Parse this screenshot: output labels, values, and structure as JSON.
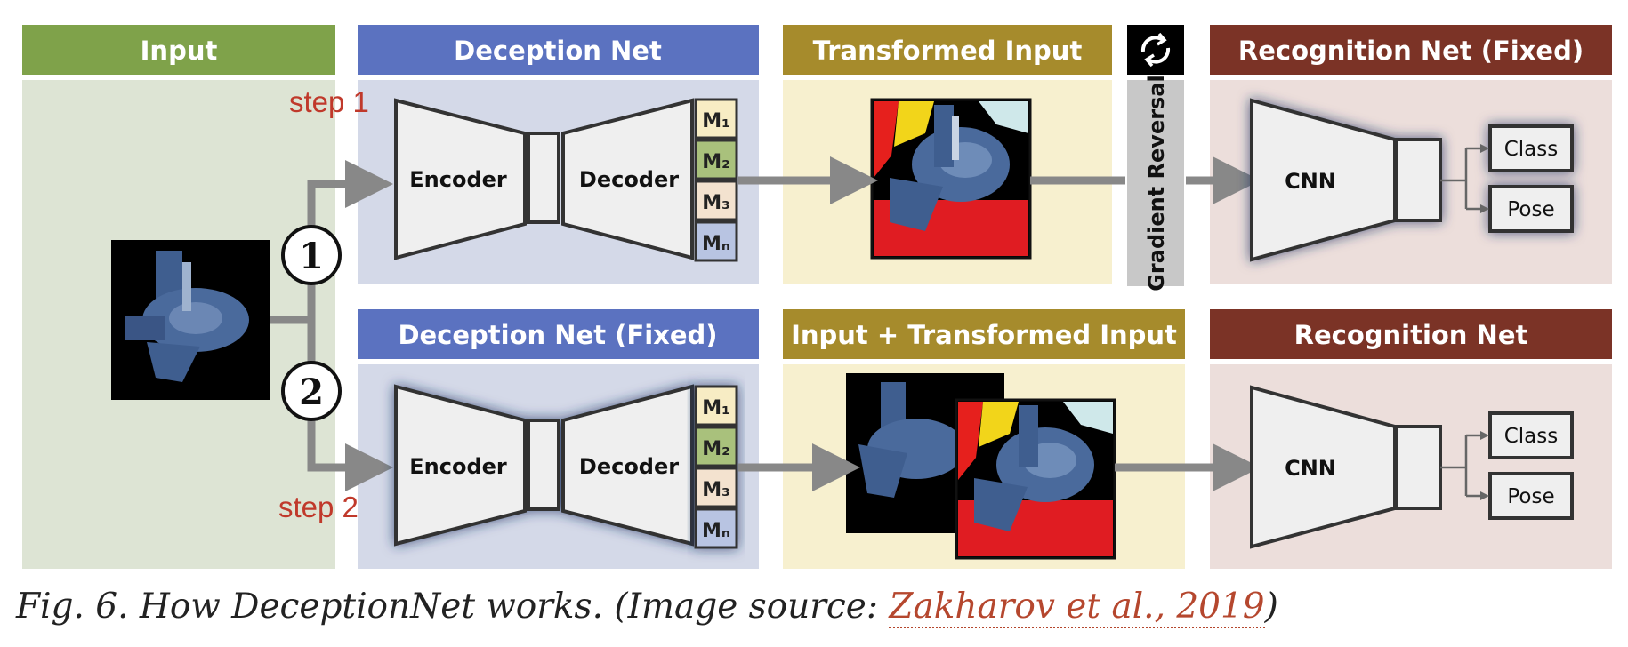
{
  "headers": {
    "input": "Input",
    "deception_net": "Deception Net",
    "transformed_input": "Transformed Input",
    "recognition_fixed": "Recognition Net (Fixed)",
    "deception_fixed": "Deception Net (Fixed)",
    "input_plus_transformed": "Input + Transformed Input",
    "recognition_net": "Recognition Net"
  },
  "gradient_reversal": "Gradient Reversal",
  "steps": {
    "step1": "step 1",
    "step2": "step 2"
  },
  "circles": {
    "one": "1",
    "two": "2"
  },
  "labels": {
    "encoder": "Encoder",
    "decoder": "Decoder",
    "cnn": "CNN"
  },
  "modules": [
    "M₁",
    "M₂",
    "M₃",
    "Mₙ"
  ],
  "outputs": {
    "class": "Class",
    "pose": "Pose"
  },
  "caption": {
    "prefix": "Fig. 6. How DeceptionNet works. (Image source: ",
    "link": "Zakharov et al., 2019",
    "suffix": ")"
  },
  "colors": {
    "input_green": "#7fa24a",
    "deception_blue": "#5b72c0",
    "transformed_gold": "#a68b2c",
    "recognition_red": "#7b3326"
  }
}
